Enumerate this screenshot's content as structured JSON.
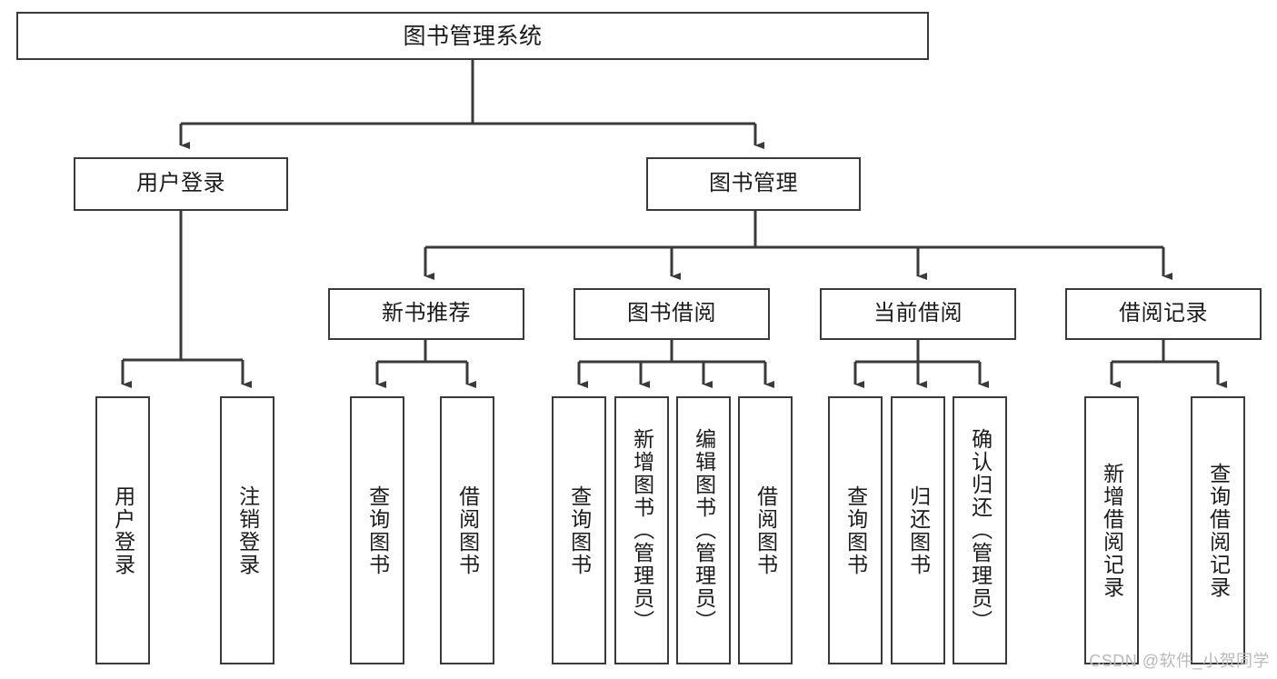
{
  "diagram": {
    "title": "图书管理系统",
    "type": "tree",
    "watermark": "CSDN @软件_小贺同学",
    "line_color": "#3a3a3a",
    "box_fill": "#ffffff",
    "text_color": "#1b1b1b",
    "levels": {
      "root": {
        "label": "图书管理系统"
      },
      "level2": [
        {
          "label": "用户登录"
        },
        {
          "label": "图书管理"
        }
      ],
      "level3": [
        {
          "label": "新书推荐"
        },
        {
          "label": "图书借阅"
        },
        {
          "label": "当前借阅"
        },
        {
          "label": "借阅记录"
        }
      ],
      "leaves": {
        "user_login": [
          {
            "label": "用户登录"
          },
          {
            "label": "注销登录"
          }
        ],
        "new_book_recommend": [
          {
            "label": "查询图书"
          },
          {
            "label": "借阅图书"
          }
        ],
        "book_borrow": [
          {
            "label": "查询图书"
          },
          {
            "label": "新增图书（管理员）"
          },
          {
            "label": "编辑图书（管理员）"
          },
          {
            "label": "借阅图书"
          }
        ],
        "current_borrow": [
          {
            "label": "查询图书"
          },
          {
            "label": "归还图书"
          },
          {
            "label": "确认归还（管理员）"
          }
        ],
        "borrow_record": [
          {
            "label": "新增借阅记录"
          },
          {
            "label": "查询借阅记录"
          }
        ]
      }
    }
  }
}
